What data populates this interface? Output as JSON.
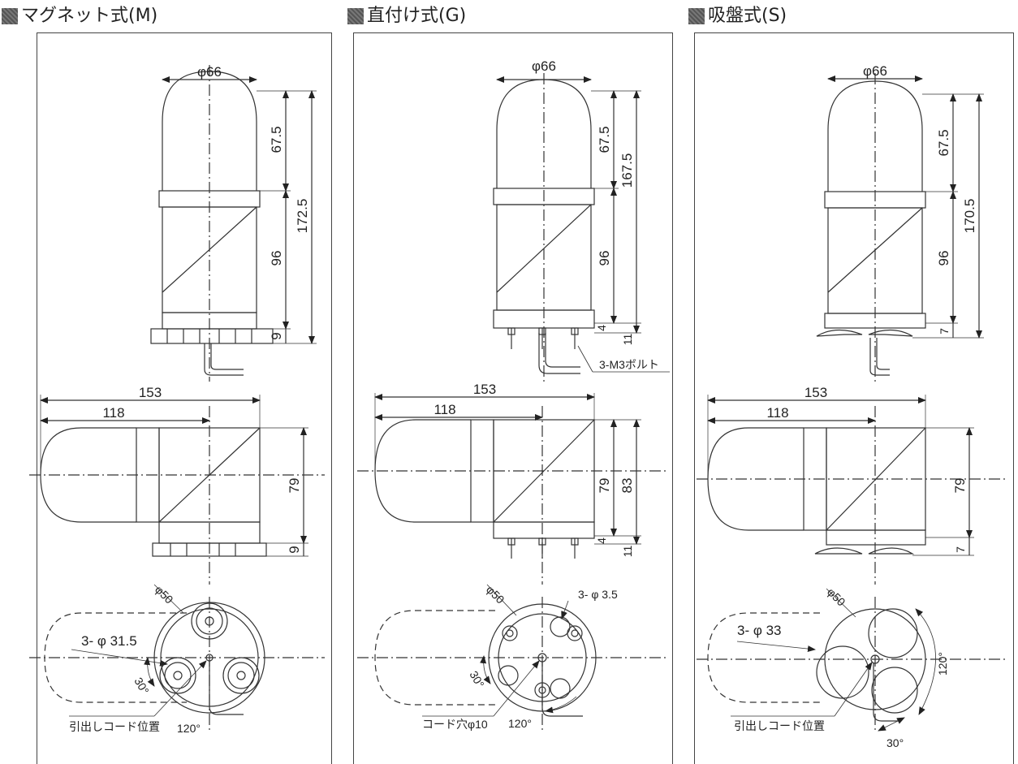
{
  "panels": [
    {
      "title": "マグネット式(M)",
      "front": {
        "diameter": "φ66",
        "dome_height": "67.5",
        "body_height": "96",
        "base_height": "9",
        "total_height": "172.5"
      },
      "side": {
        "total_length": "153",
        "body_length": "118",
        "body_height": "79",
        "base_height": "9"
      },
      "bottom": {
        "circle_label": "φ50",
        "holes_label": "3- φ 31.5",
        "angle_small": "30°",
        "angle_large": "120°",
        "cord_label": "引出しコード位置"
      }
    },
    {
      "title": "直付け式(G)",
      "front": {
        "diameter": "φ66",
        "dome_height": "67.5",
        "body_height": "96",
        "base_height": "11",
        "step": "4",
        "total_height": "167.5",
        "bolt_label": "3-M3ボルト"
      },
      "side": {
        "total_length": "153",
        "body_length": "118",
        "body_height": "79",
        "base_height": "11",
        "step": "4",
        "total_height": "83"
      },
      "bottom": {
        "circle_label": "φ50",
        "holes_label": "3- φ 3.5",
        "angle_small": "30°",
        "angle_large": "120°",
        "cord_label": "コード穴φ10"
      }
    },
    {
      "title": "吸盤式(S)",
      "front": {
        "diameter": "φ66",
        "dome_height": "67.5",
        "body_height": "96",
        "base_height": "7",
        "total_height": "170.5"
      },
      "side": {
        "total_length": "153",
        "body_length": "118",
        "body_height": "79",
        "base_height": "7"
      },
      "bottom": {
        "circle_label": "φ50",
        "holes_label": "3- φ 33",
        "angle_small": "30°",
        "angle_large": "120°",
        "cord_label": "引出しコード位置"
      }
    }
  ]
}
